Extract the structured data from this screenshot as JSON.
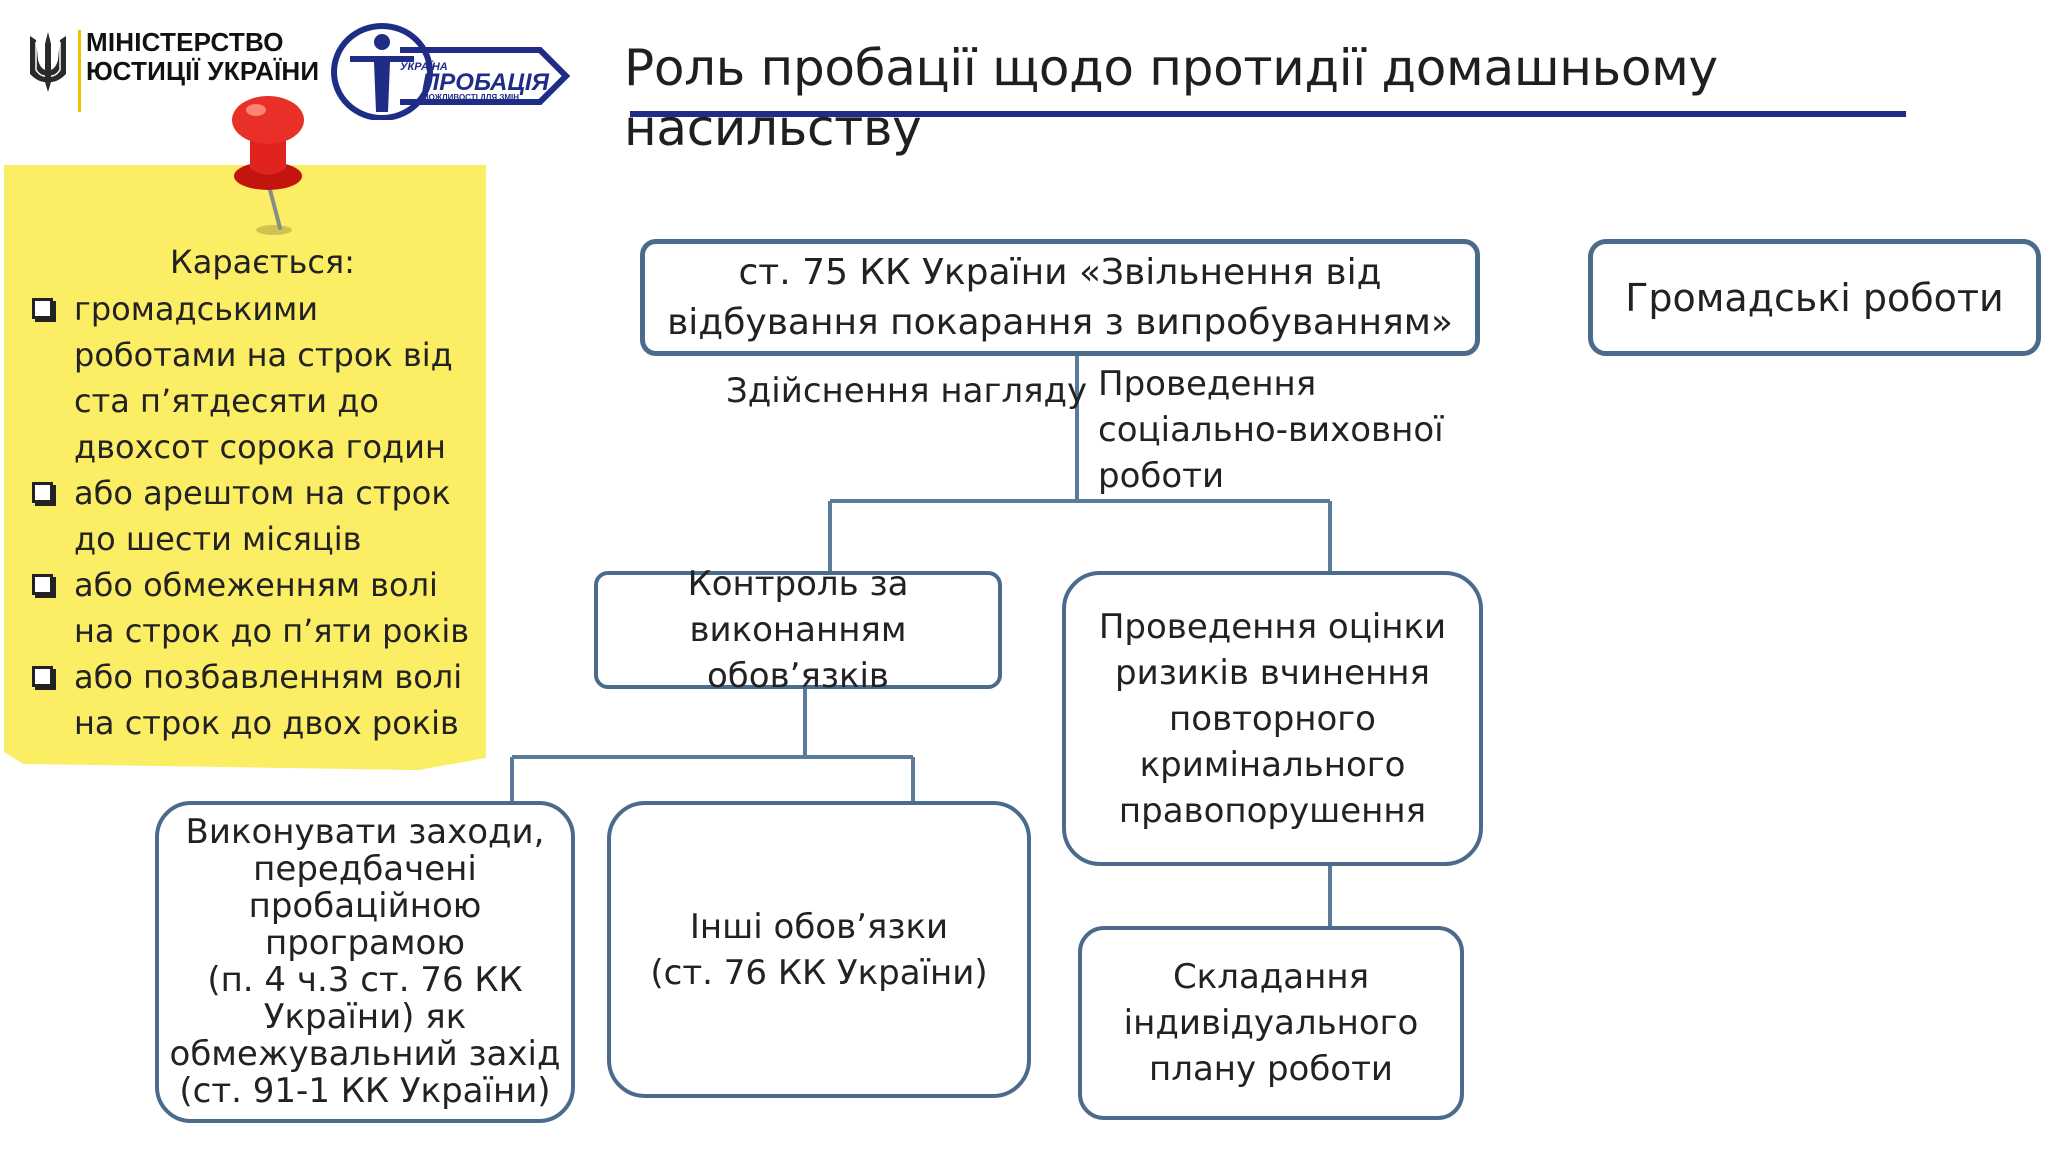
{
  "header": {
    "ministry_line1": "МІНІСТЕРСТВО",
    "ministry_line2": "ЮСТИЦІЇ УКРАЇНИ",
    "probation_country": "УКРАЇНА",
    "probation_name": "ПРОБАЦІЯ",
    "probation_tagline": "МОЖЛИВОСТІ ДЛЯ ЗМІН",
    "title": "Роль пробації щодо протидії домашньому насильству"
  },
  "sticky_note": {
    "heading": "Карається:",
    "items": [
      "громадськими роботами на строк від ста п’ятдесяти до двохсот сорока годин",
      "або арештом на строк до шести місяців",
      "або обмеженням волі на строк до п’яти років",
      "або позбавленням волі на строк до двох років"
    ]
  },
  "diagram": {
    "article75": [
      "ст. 75 КК України «Звільнення від",
      "відбування покарання з випробуванням»"
    ],
    "public_works": "Громадські роботи",
    "supervision_label": "Здійснення нагляду",
    "social_work_label": [
      "Проведення",
      "соціально-виховної",
      "роботи"
    ],
    "control": [
      "Контроль за",
      "виконанням обов’язків"
    ],
    "risk_assessment": [
      "Проведення оцінки",
      "ризиків вчинення",
      "повторного",
      "кримінального",
      "правопорушення"
    ],
    "program_measures": [
      "Виконувати заходи,",
      "передбачені",
      "пробаційною",
      "програмою",
      "(п. 4 ч.3 ст. 76 КК",
      "України) як",
      "обмежувальний захід",
      "(ст. 91-1 КК України)"
    ],
    "other_duties": [
      "Інші обов’язки",
      "(ст. 76 КК України)"
    ],
    "individual_plan": [
      "Складання",
      "індивідуального",
      "плану роботи"
    ]
  },
  "colors": {
    "box_border": "#4b6b8c",
    "connector": "#5c7a99",
    "title_rule": "#1f2d86",
    "sticky_note": "#fbed64",
    "ministry_accent": "#f2c200",
    "logo_blue": "#1f2d86",
    "pin_red": "#e0241d"
  },
  "icons": {
    "coat_of_arms": "trident-icon",
    "probation_logo": "probation-logo",
    "pin": "pushpin-icon",
    "bullet": "checkbox-bullet-icon"
  }
}
